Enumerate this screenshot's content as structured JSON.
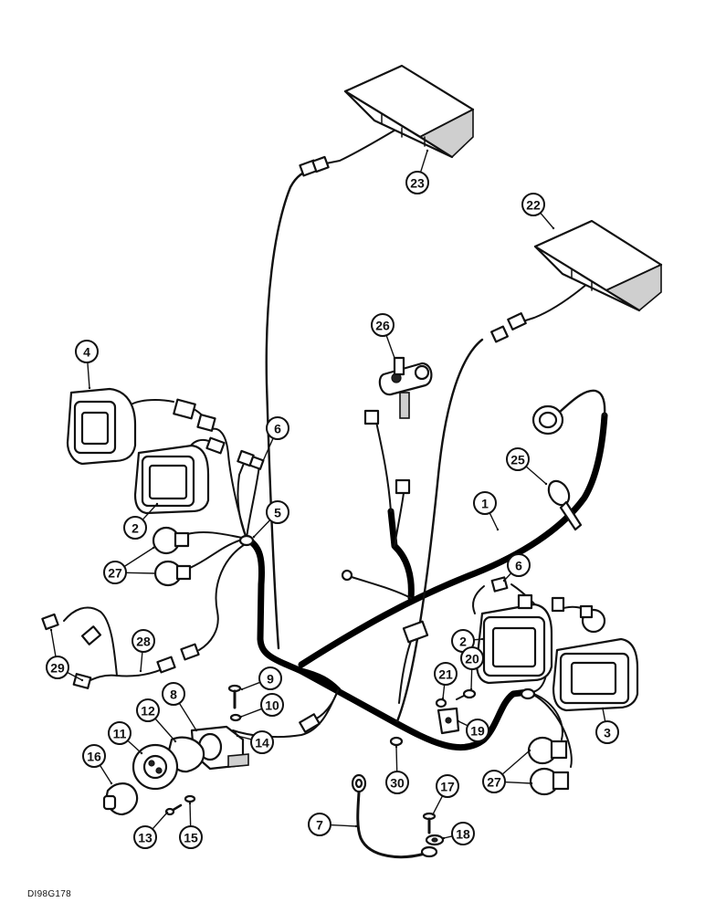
{
  "drawing_code": "DI98G178",
  "callouts": [
    {
      "id": "1",
      "label": "1"
    },
    {
      "id": "2a",
      "label": "2"
    },
    {
      "id": "2b",
      "label": "2"
    },
    {
      "id": "3",
      "label": "3"
    },
    {
      "id": "4",
      "label": "4"
    },
    {
      "id": "5",
      "label": "5"
    },
    {
      "id": "6a",
      "label": "6"
    },
    {
      "id": "6b",
      "label": "6"
    },
    {
      "id": "7",
      "label": "7"
    },
    {
      "id": "8",
      "label": "8"
    },
    {
      "id": "9",
      "label": "9"
    },
    {
      "id": "10",
      "label": "10"
    },
    {
      "id": "11",
      "label": "11"
    },
    {
      "id": "12",
      "label": "12"
    },
    {
      "id": "13",
      "label": "13"
    },
    {
      "id": "14",
      "label": "14"
    },
    {
      "id": "15",
      "label": "15"
    },
    {
      "id": "16",
      "label": "16"
    },
    {
      "id": "17",
      "label": "17"
    },
    {
      "id": "18",
      "label": "18"
    },
    {
      "id": "19",
      "label": "19"
    },
    {
      "id": "20",
      "label": "20"
    },
    {
      "id": "21",
      "label": "21"
    },
    {
      "id": "22",
      "label": "22"
    },
    {
      "id": "23",
      "label": "23"
    },
    {
      "id": "25",
      "label": "25"
    },
    {
      "id": "26",
      "label": "26"
    },
    {
      "id": "27a",
      "label": "27"
    },
    {
      "id": "27b",
      "label": "27"
    },
    {
      "id": "28",
      "label": "28"
    },
    {
      "id": "29",
      "label": "29"
    },
    {
      "id": "30",
      "label": "30"
    }
  ]
}
